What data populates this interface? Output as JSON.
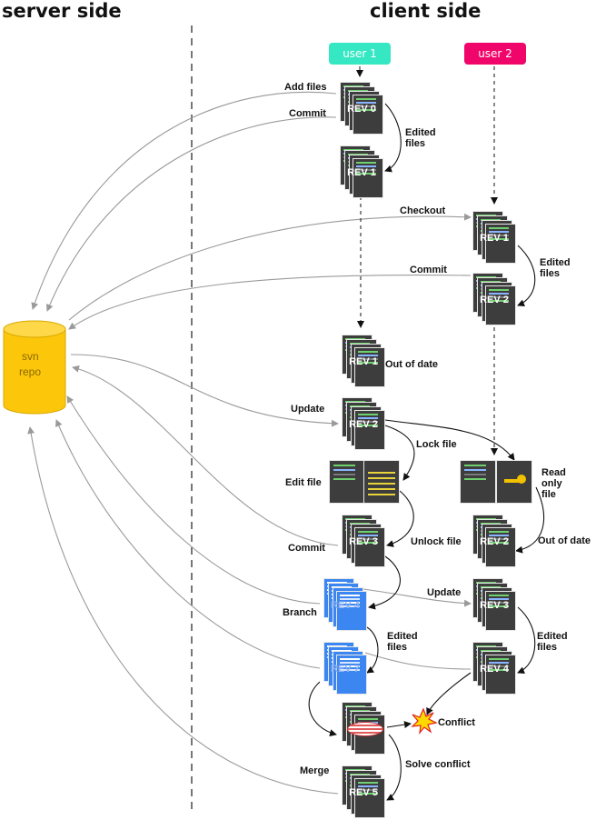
{
  "headers": {
    "server": "server side",
    "client": "client side"
  },
  "users": [
    {
      "label": "user 1",
      "color": "#35e7c2"
    },
    {
      "label": "user 2",
      "color": "#f0066a"
    }
  ],
  "repo": {
    "line1": "svn",
    "line2": "repo",
    "color": "#fcc60a"
  },
  "docs": {
    "u1_rev0": "REV 0",
    "u1_rev1": "REV 1",
    "u2_rev1": "REV 1",
    "u2_rev2": "REV 2",
    "u1_rev1b": "REV 1",
    "u1_rev2": "REV 2",
    "u1_rev3": "REV 3",
    "u2_rev2b": "REV 2",
    "u1_rev4": "REV 4",
    "u2_rev3": "REV 3",
    "u1_rev7": "REV 7",
    "u2_rev4": "REV 4",
    "u1_rev5": "REV 5"
  },
  "labels": {
    "add_files": "Add files",
    "commit1": "Commit",
    "edited1": "Edited files",
    "checkout": "Checkout",
    "edited2": "Edited files",
    "commit2": "Commit",
    "out_of_date1": "Out of date",
    "update1": "Update",
    "lock_file": "Lock file",
    "edit_file": "Edit file",
    "read_only": "Read only file",
    "commit3": "Commit",
    "unlock_file": "Unlock file",
    "out_of_date2": "Out of date",
    "update2": "Update",
    "branch": "Branch",
    "edited3": "Edited files",
    "edited4": "Edited files",
    "conflict": "Conflict",
    "solve_conflict": "Solve conflict",
    "merge": "Merge"
  }
}
